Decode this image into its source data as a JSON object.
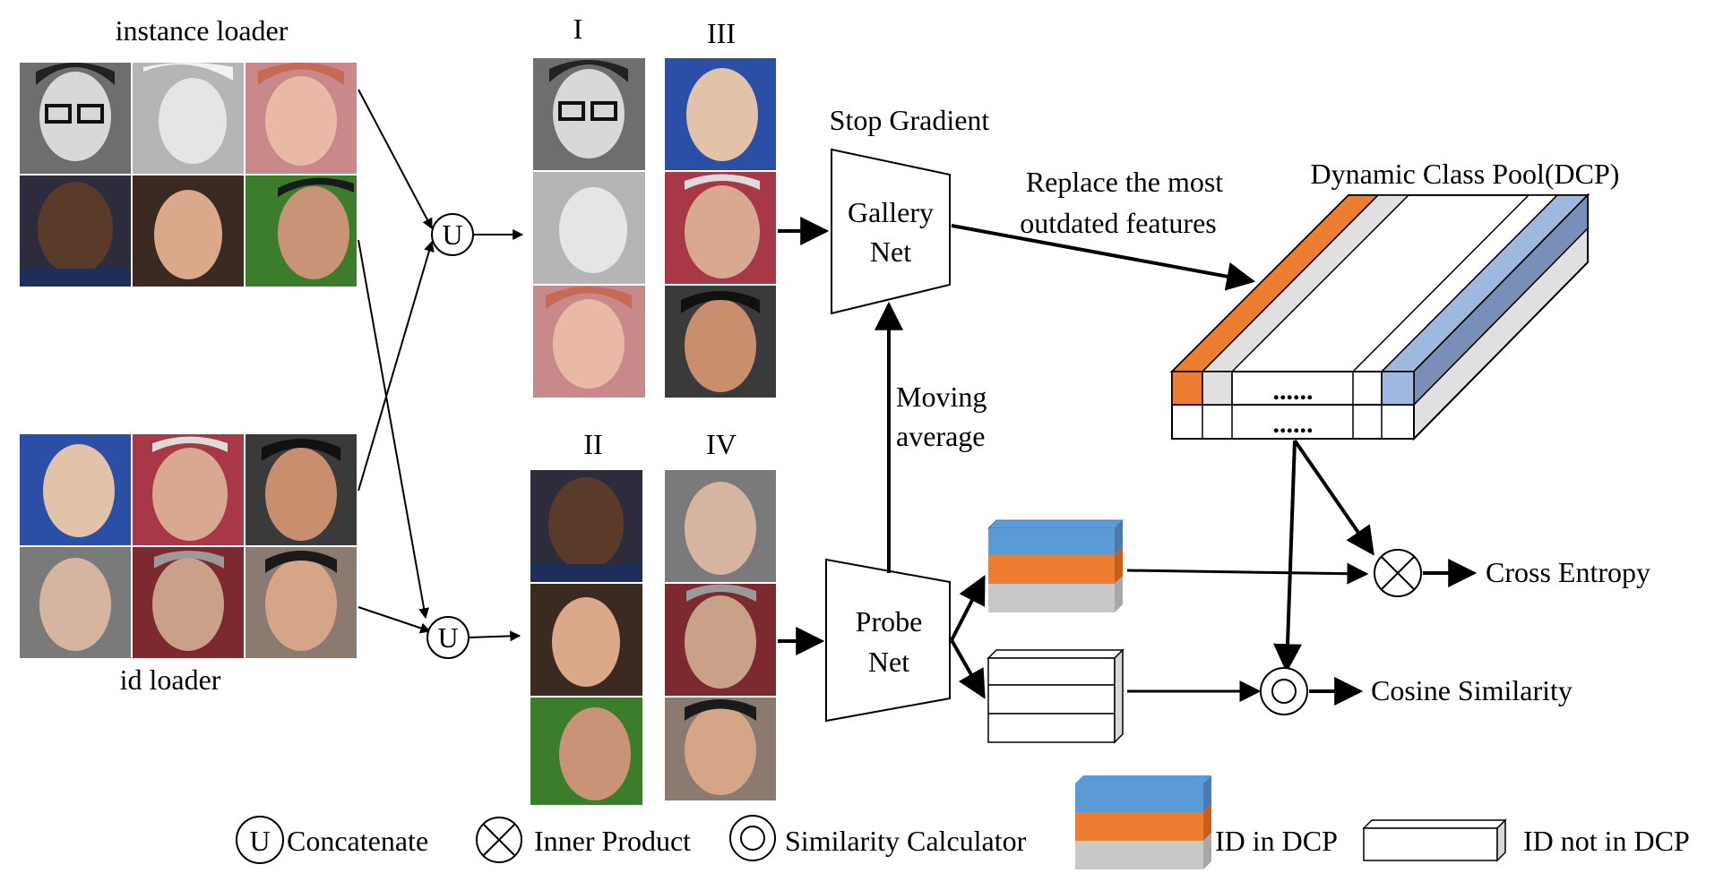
{
  "loaders": {
    "instance_label": "instance loader",
    "id_label": "id loader"
  },
  "groups": {
    "g1": "I",
    "g2": "II",
    "g3": "III",
    "g4": "IV"
  },
  "nets": {
    "gallery_line1": "Gallery",
    "gallery_line2": "Net",
    "probe_line1": "Probe",
    "probe_line2": "Net"
  },
  "annotations": {
    "stop_gradient": "Stop Gradient",
    "replace_line1": "Replace the most",
    "replace_line2": "outdated features",
    "moving_line1": "Moving",
    "moving_line2": "average",
    "dcp_title": "Dynamic Class Pool(DCP)",
    "dots": "......",
    "cross_entropy": "Cross Entropy",
    "cosine_similarity": "Cosine Similarity"
  },
  "symbols": {
    "union": "U"
  },
  "legend": {
    "concatenate": "Concatenate",
    "inner_product": "Inner Product",
    "similarity_calculator": "Similarity Calculator",
    "id_in_dcp": "ID in DCP",
    "id_not_in_dcp": "ID not in DCP"
  },
  "colors": {
    "orange": "#ed7d31",
    "blue": "#5b9bd5",
    "light_blue": "#9fb8e0",
    "steel_blue": "#7a8fb8",
    "gray": "#c8c8c8",
    "light_gray": "#e0e0e0"
  }
}
